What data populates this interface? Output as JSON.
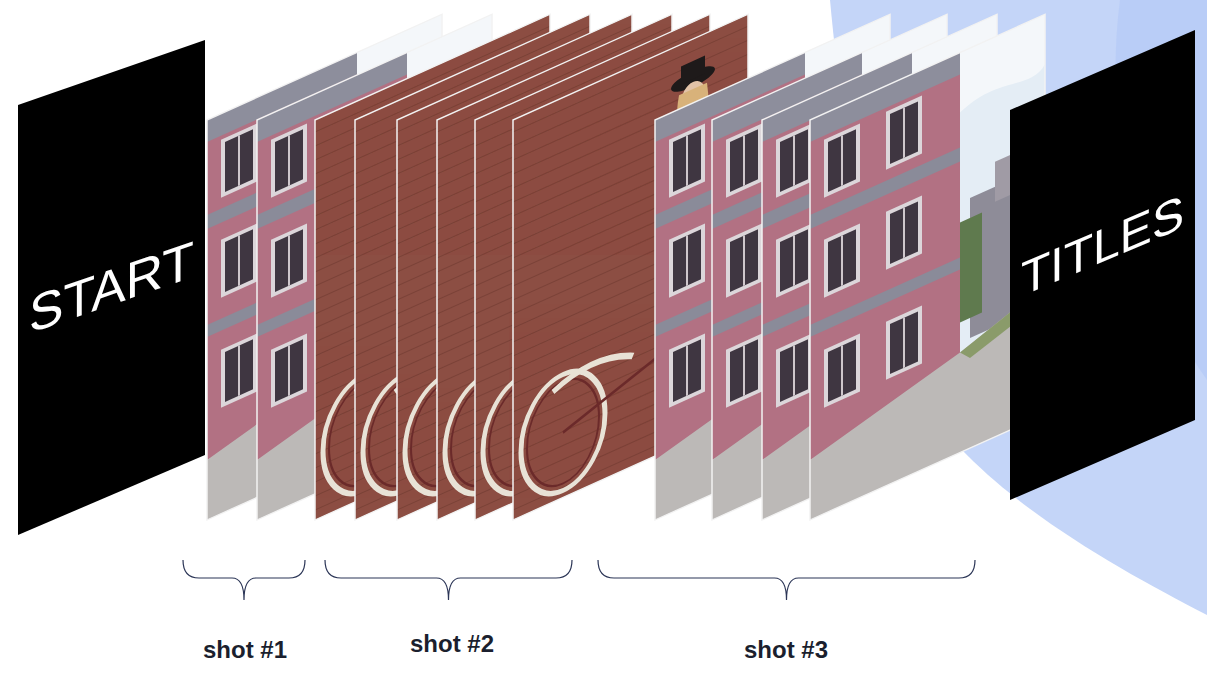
{
  "diagram": {
    "nodes": [
      {
        "text": [
          "START"
        ]
      },
      {
        "text": [
          "TITLES"
        ]
      }
    ],
    "labels": [
      "shot #1",
      "shot #2",
      "shot #3"
    ]
  }
}
